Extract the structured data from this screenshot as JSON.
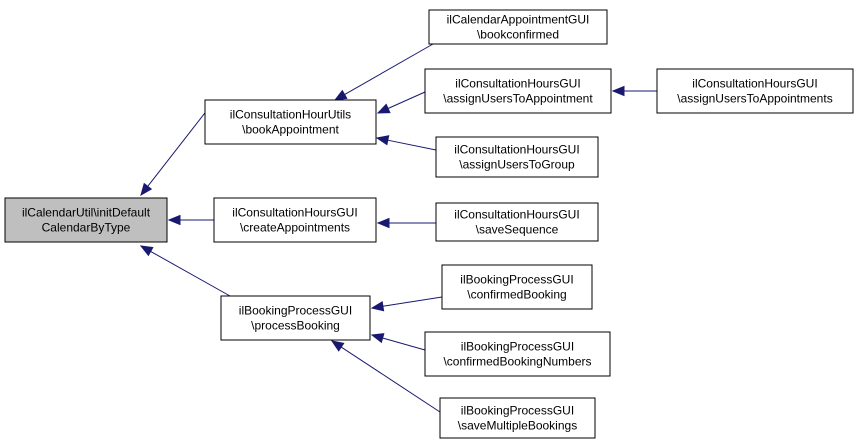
{
  "colors": {
    "edge": "#191970",
    "highlight_fill": "#bfbfbf",
    "node_fill": "#ffffff",
    "border": "#000000"
  },
  "nodes": [
    {
      "id": "root",
      "lines": [
        "ilCalendarUtil\\initDefault",
        "CalendarByType"
      ],
      "highlight": true
    },
    {
      "id": "book_appointment",
      "lines": [
        "ilConsultationHourUtils",
        "\\bookAppointment"
      ]
    },
    {
      "id": "create_appointments",
      "lines": [
        "ilConsultationHoursGUI",
        "\\createAppointments"
      ]
    },
    {
      "id": "process_booking",
      "lines": [
        "ilBookingProcessGUI",
        "\\processBooking"
      ]
    },
    {
      "id": "bookconfirmed",
      "lines": [
        "ilCalendarAppointmentGUI",
        "\\bookconfirmed"
      ]
    },
    {
      "id": "assign_users_to_appointment",
      "lines": [
        "ilConsultationHoursGUI",
        "\\assignUsersToAppointment"
      ]
    },
    {
      "id": "assign_users_to_appointments",
      "lines": [
        "ilConsultationHoursGUI",
        "\\assignUsersToAppointments"
      ]
    },
    {
      "id": "assign_users_to_group",
      "lines": [
        "ilConsultationHoursGUI",
        "\\assignUsersToGroup"
      ]
    },
    {
      "id": "save_sequence",
      "lines": [
        "ilConsultationHoursGUI",
        "\\saveSequence"
      ]
    },
    {
      "id": "confirmed_booking",
      "lines": [
        "ilBookingProcessGUI",
        "\\confirmedBooking"
      ]
    },
    {
      "id": "confirmed_booking_numbers",
      "lines": [
        "ilBookingProcessGUI",
        "\\confirmedBookingNumbers"
      ]
    },
    {
      "id": "save_multiple_bookings",
      "lines": [
        "ilBookingProcessGUI",
        "\\saveMultipleBookings"
      ]
    }
  ],
  "edges": [
    {
      "from": "book_appointment",
      "to": "root"
    },
    {
      "from": "create_appointments",
      "to": "root"
    },
    {
      "from": "process_booking",
      "to": "root"
    },
    {
      "from": "bookconfirmed",
      "to": "book_appointment"
    },
    {
      "from": "assign_users_to_appointment",
      "to": "book_appointment"
    },
    {
      "from": "assign_users_to_group",
      "to": "book_appointment"
    },
    {
      "from": "assign_users_to_appointments",
      "to": "assign_users_to_appointment"
    },
    {
      "from": "save_sequence",
      "to": "create_appointments"
    },
    {
      "from": "confirmed_booking",
      "to": "process_booking"
    },
    {
      "from": "confirmed_booking_numbers",
      "to": "process_booking"
    },
    {
      "from": "save_multiple_bookings",
      "to": "process_booking"
    }
  ]
}
